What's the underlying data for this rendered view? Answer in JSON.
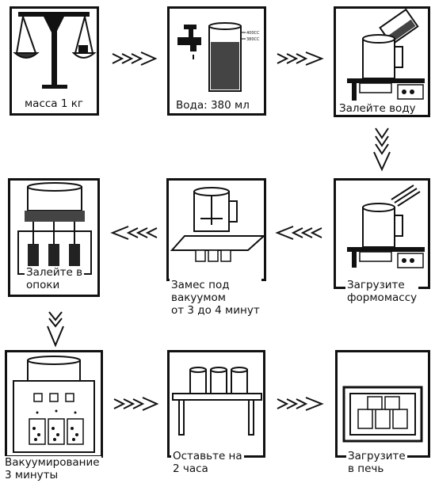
{
  "steps": [
    {
      "id": 1,
      "caption": "масса 1 кг"
    },
    {
      "id": 2,
      "caption": "Вода: 380 мл"
    },
    {
      "id": 3,
      "caption": "Залейте воду"
    },
    {
      "id": 4,
      "caption": "Загрузите\nформомассу"
    },
    {
      "id": 5,
      "caption": "Замес под\nвакуумом\nот 3 до 4 минут"
    },
    {
      "id": 6,
      "caption": "Залейте в\nопоки"
    },
    {
      "id": 7,
      "caption": "Вакуумирование\n3 минуты"
    },
    {
      "id": 8,
      "caption": "Оставьте на\n2 часа"
    },
    {
      "id": 9,
      "caption": "Загрузите\nв печь"
    }
  ],
  "cylinder_scale": [
    "400CC",
    "380CC"
  ],
  "line_color": "#111111"
}
